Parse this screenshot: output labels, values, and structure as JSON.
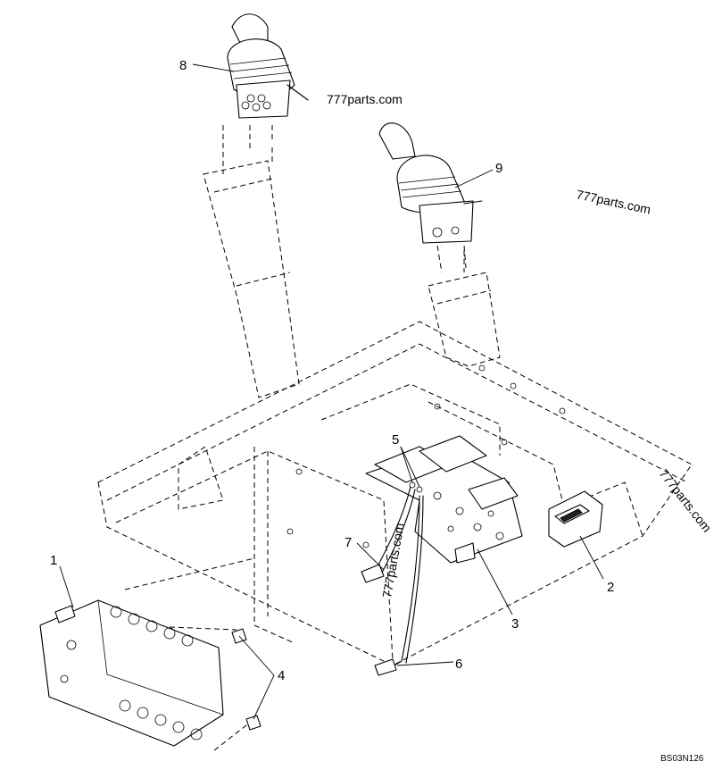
{
  "diagram": {
    "callouts": [
      "1",
      "2",
      "3",
      "4",
      "5",
      "6",
      "7",
      "8",
      "9"
    ],
    "watermarks": [
      "777parts.com",
      "777parts.com",
      "777parts.com",
      "777parts.com"
    ],
    "reference_code": "BS03N126"
  }
}
